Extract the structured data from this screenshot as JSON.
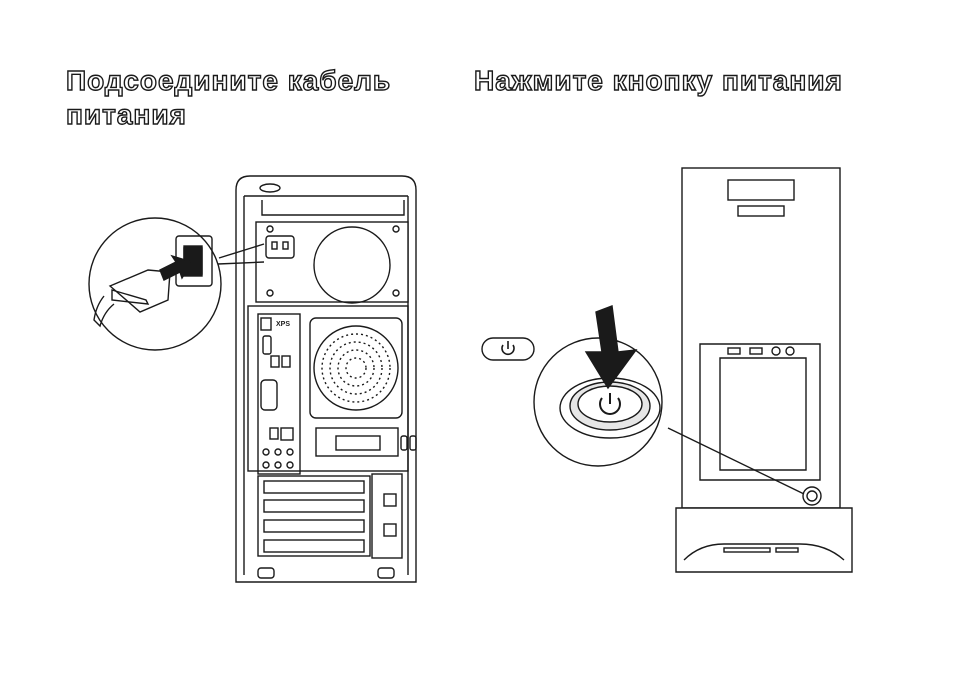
{
  "sections": [
    {
      "heading": "Подсоедините кабель питания",
      "illustration_icon": "power-cable-connect-icon"
    },
    {
      "heading": "Нажмите кнопку питания",
      "illustration_icon": "power-button-press-icon"
    }
  ],
  "labels": {
    "rear_panel_logo": "XPS"
  },
  "colors": {
    "line": "#1a1a1a",
    "fill_light": "#ffffff",
    "shade": "#e6e6e6"
  }
}
